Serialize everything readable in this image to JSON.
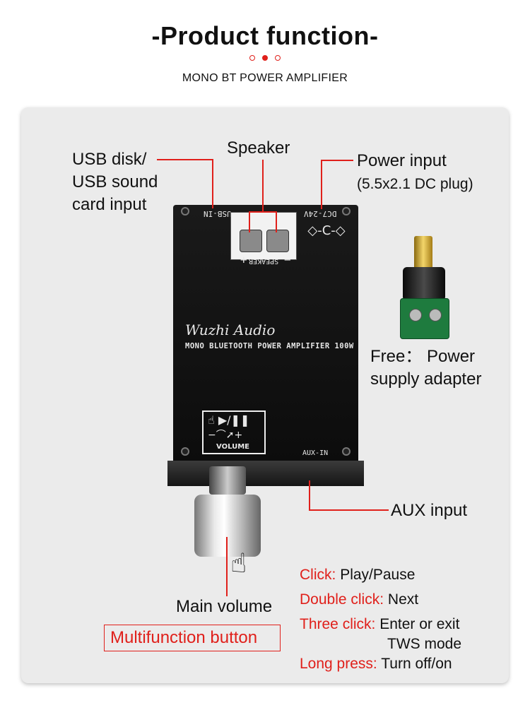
{
  "header": {
    "title": "-Product function-",
    "subtitle": "MONO BT POWER AMPLIFIER"
  },
  "colors": {
    "accent": "#e0201b",
    "panel": "#ebebeb"
  },
  "callouts": {
    "usb_line1": "USB disk/",
    "usb_line2": "USB sound",
    "usb_line3": "card input",
    "speaker": "Speaker",
    "power_line1": "Power input",
    "power_line2": "(5.5x2.1 DC plug)",
    "free_line1": "Free： Power",
    "free_line2": "supply adapter",
    "aux": "AUX input",
    "main_volume": "Main volume",
    "multifunction": "Multifunction button"
  },
  "board": {
    "usb_in": "USB-IN",
    "dc_in": "DC7-24V",
    "speaker_label": "SPEAKER",
    "plus": "+",
    "minus": "−",
    "brand": "Wuzhi Audio",
    "model": "MONO BLUETOOTH POWER AMPLIFIER 100W",
    "volume": "VOLUME",
    "aux_in": "AUX-IN"
  },
  "functions": [
    {
      "key": "Click:",
      "value": "Play/Pause"
    },
    {
      "key": "Double click:",
      "value": "Next"
    },
    {
      "key": "Three click:",
      "value": "Enter or exit",
      "value2": "TWS mode"
    },
    {
      "key": "Long press:",
      "value": "Turn off/on"
    }
  ]
}
